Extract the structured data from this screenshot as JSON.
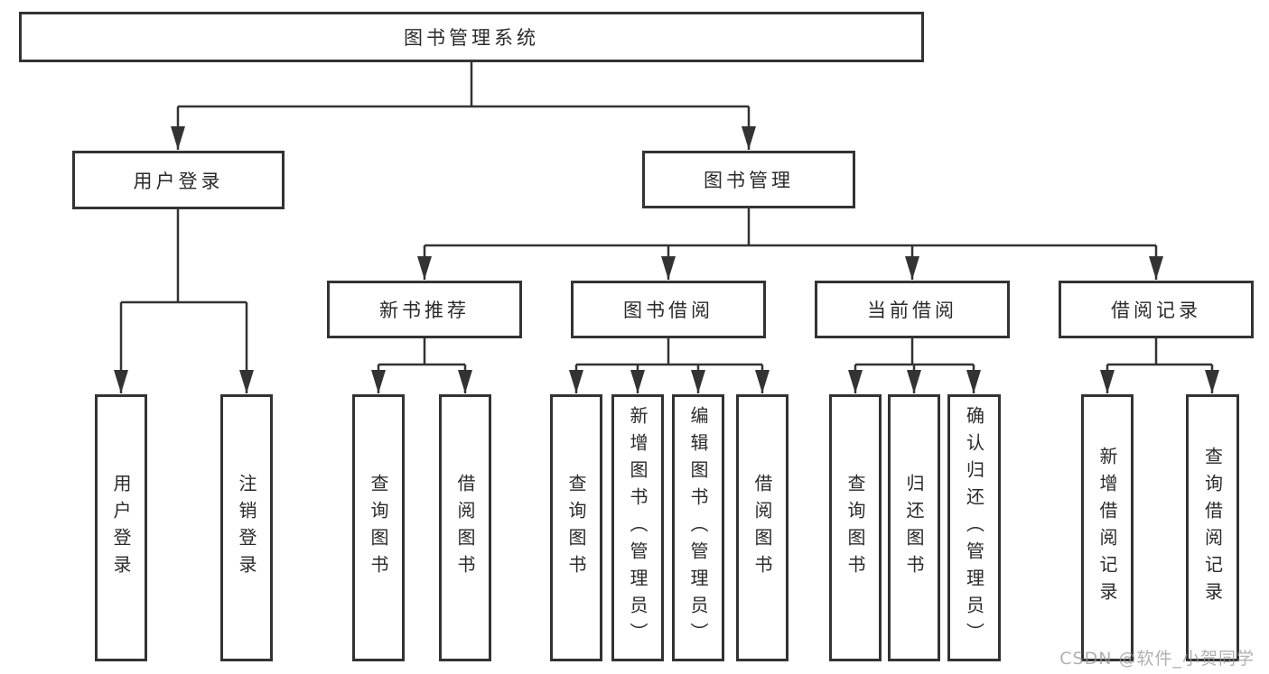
{
  "diagram": {
    "root": "图书管理系统",
    "user_branch": {
      "label": "用户登录",
      "children": [
        "用户登录",
        "注销登录"
      ]
    },
    "book_branch": {
      "label": "图书管理",
      "sections": [
        {
          "label": "新书推荐",
          "children": [
            "查询图书",
            "借阅图书"
          ]
        },
        {
          "label": "图书借阅",
          "children": [
            "查询图书",
            "新增图书（管理员）",
            "编辑图书（管理员）",
            "借阅图书"
          ]
        },
        {
          "label": "当前借阅",
          "children": [
            "查询图书",
            "归还图书",
            "确认归还（管理员）"
          ]
        },
        {
          "label": "借阅记录",
          "children": [
            "新增借阅记录",
            "查询借阅记录"
          ]
        }
      ]
    }
  },
  "watermark": "CSDN @软件_小贺同学",
  "colors": {
    "line": "#333333",
    "text": "#2a2a2a",
    "watermark": "#969696"
  }
}
